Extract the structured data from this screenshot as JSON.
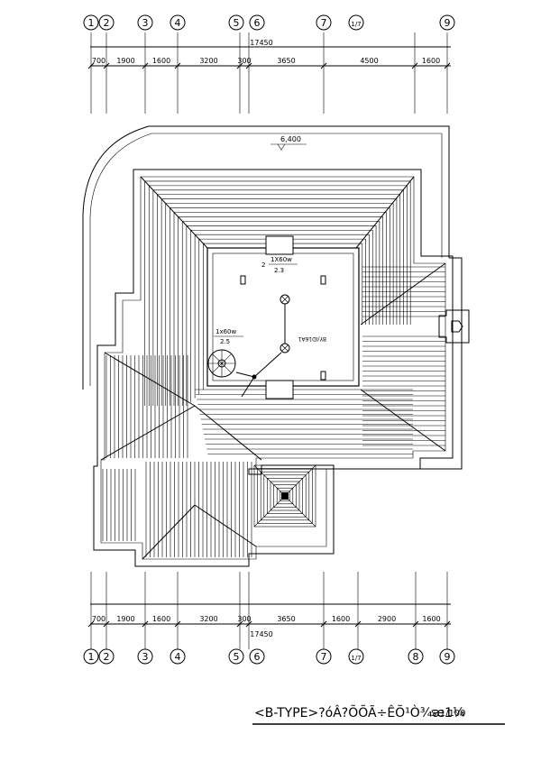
{
  "top_axes": [
    "1",
    "2",
    "3",
    "4",
    "5",
    "6",
    "7",
    "1/7",
    "9"
  ],
  "top_dims": [
    "700",
    "1900",
    "1600",
    "3200",
    "300",
    "3650",
    "4500",
    "1600"
  ],
  "top_total": "17450",
  "bottom_axes": [
    "1",
    "2",
    "3",
    "4",
    "5",
    "6",
    "7",
    "1/7",
    "8",
    "9"
  ],
  "bottom_dims": [
    "700",
    "1900",
    "1600",
    "3200",
    "300",
    "3650",
    "1600",
    "2900",
    "1600"
  ],
  "bottom_total": "17450",
  "elevation": "6,400",
  "lamp_top": {
    "left": "2",
    "fraction_top": "1X60w",
    "fraction_bottom": "2.3"
  },
  "lamp_left": {
    "fraction_top": "1x60w",
    "fraction_bottom": "2.5"
  },
  "room_label": "BY/ID16A1",
  "title": "<B-TYPE>?óÂ?ÕÕÃ÷ÊÕ¹Ò¾æ1¼",
  "scale": "S:1/100",
  "colors": {
    "ink": "#000000",
    "paper": "#ffffff"
  }
}
